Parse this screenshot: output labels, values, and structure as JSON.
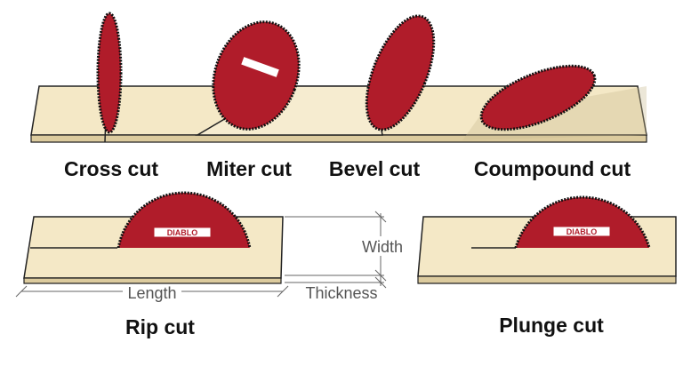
{
  "labels": {
    "cross_cut": "Cross cut",
    "miter_cut": "Miter cut",
    "bevel_cut": "Bevel cut",
    "compound_cut": "Coumpound cut",
    "rip_cut": "Rip cut",
    "plunge_cut": "Plunge cut"
  },
  "dimensions": {
    "width": "Width",
    "length": "Length",
    "thickness": "Thickness"
  },
  "blade_logo": "DIABLO",
  "colors": {
    "blade": "#b01c2a",
    "wood_top": "#f4e8c6",
    "wood_edge": "#dccb9e"
  }
}
